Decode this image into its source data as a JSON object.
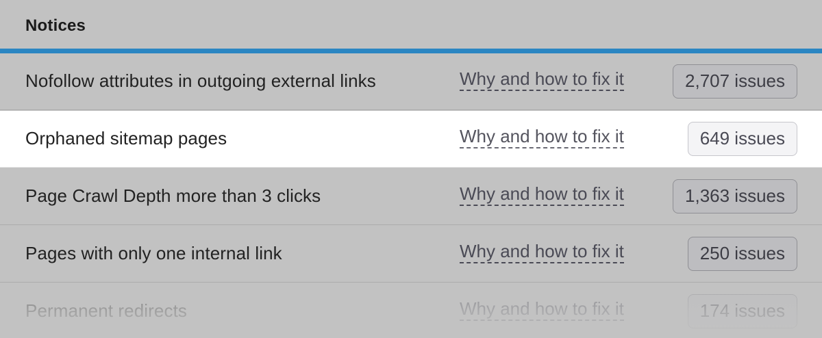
{
  "header": {
    "title": "Notices"
  },
  "colors": {
    "accent": "#2b86c2",
    "background": "#c2c2c2",
    "highlight_row": "#ffffff"
  },
  "rows": [
    {
      "label": "Nofollow attributes in outgoing external links",
      "link": "Why and how to fix it",
      "issues": "2,707 issues"
    },
    {
      "label": "Orphaned sitemap pages",
      "link": "Why and how to fix it",
      "issues": "649 issues",
      "highlighted": true
    },
    {
      "label": "Page Crawl Depth more than 3 clicks",
      "link": "Why and how to fix it",
      "issues": "1,363 issues"
    },
    {
      "label": "Pages with only one internal link",
      "link": "Why and how to fix it",
      "issues": "250 issues"
    },
    {
      "label": "Permanent redirects",
      "link": "Why and how to fix it",
      "issues": "174 issues"
    }
  ]
}
